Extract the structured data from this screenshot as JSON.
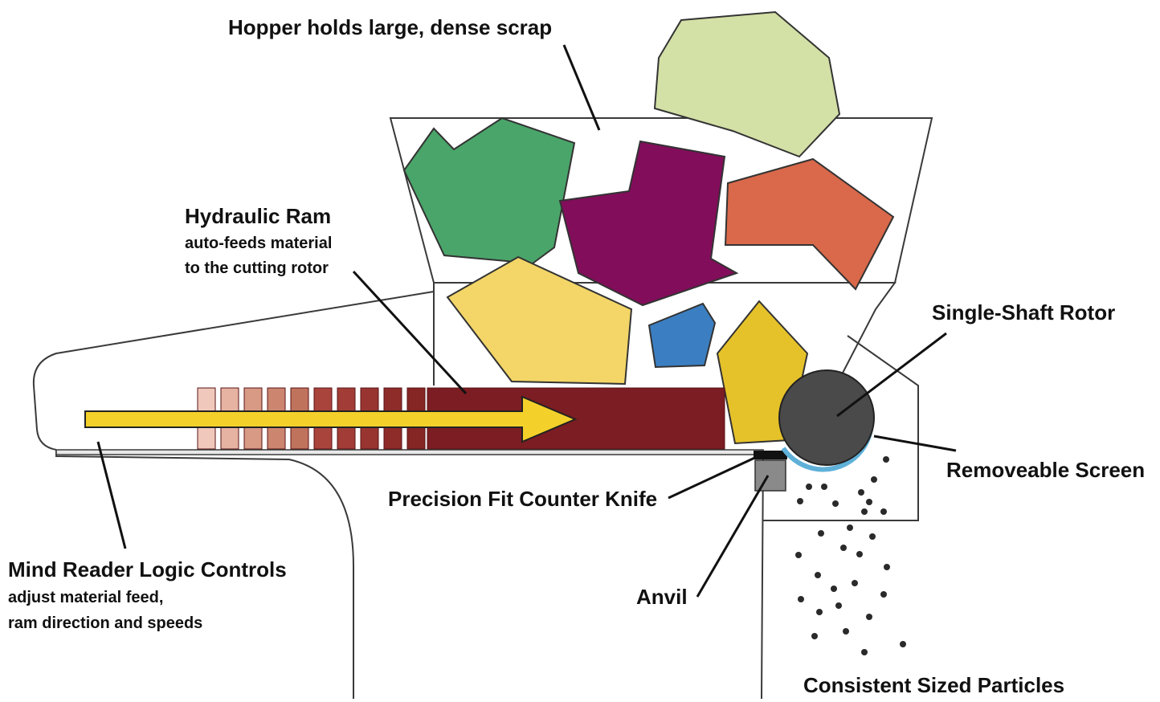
{
  "labels": {
    "hopper": "Hopper holds large, dense scrap",
    "ram_title": "Hydraulic Ram",
    "ram_line1": "auto-feeds material",
    "ram_line2": "to the cutting rotor",
    "rotor": "Single-Shaft Rotor",
    "screen": "Removeable Screen",
    "counter_knife": "Precision Fit Counter Knife",
    "anvil": "Anvil",
    "controls_title": "Mind Reader Logic Controls",
    "controls_line1": "adjust material feed,",
    "controls_line2": "ram direction and speeds",
    "particles": "Consistent Sized Particles"
  },
  "colors": {
    "outline": "#3a3a3a",
    "leader": "#111111",
    "scrap_light_green": "#d3e0a6",
    "scrap_green": "#4aa56a",
    "scrap_purple": "#820d5b",
    "scrap_orange": "#d9694a",
    "scrap_light_yellow": "#f3d667",
    "scrap_blue": "#3b7fc2",
    "scrap_yellow": "#e6c22a",
    "ram": "#7b1d22",
    "arrow": "#f3d12a",
    "rotor": "#4a4a4a",
    "screen": "#5fb0d8",
    "anvil": "#8a8a8a",
    "particle": "#2a2a2a"
  }
}
